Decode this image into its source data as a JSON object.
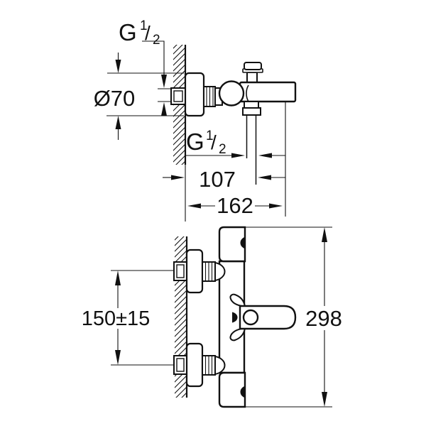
{
  "colors": {
    "line": "#111111",
    "background": "#ffffff"
  },
  "labels": {
    "thread_top": {
      "base": "G",
      "sup": "1",
      "slash": "/",
      "sub": "2"
    },
    "thread_hose": {
      "base": "G",
      "sup": "1",
      "slash": "/",
      "sub": "2"
    },
    "escutcheon_diameter": "Ø70",
    "hose_offset": "107",
    "total_reach": "162",
    "inlet_spacing": "150±15",
    "body_width": "298"
  }
}
